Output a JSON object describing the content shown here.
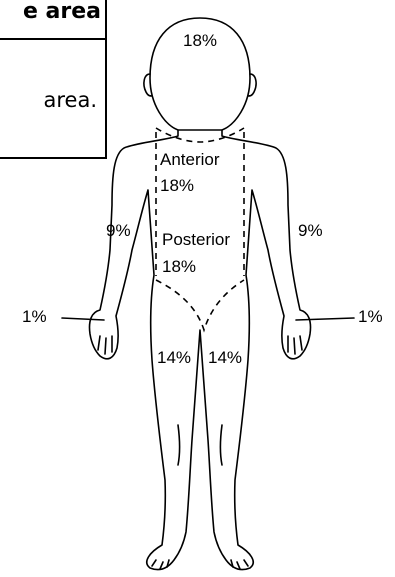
{
  "card": {
    "title": "e area",
    "text": "area."
  },
  "figure": {
    "head": "18%",
    "anterior_label": "Anterior",
    "anterior_value": "18%",
    "posterior_label": "Posterior",
    "posterior_value": "18%",
    "left_arm": "9%",
    "right_arm": "9%",
    "left_hand": "1%",
    "right_hand": "1%",
    "left_leg": "14%",
    "right_leg": "14%"
  }
}
